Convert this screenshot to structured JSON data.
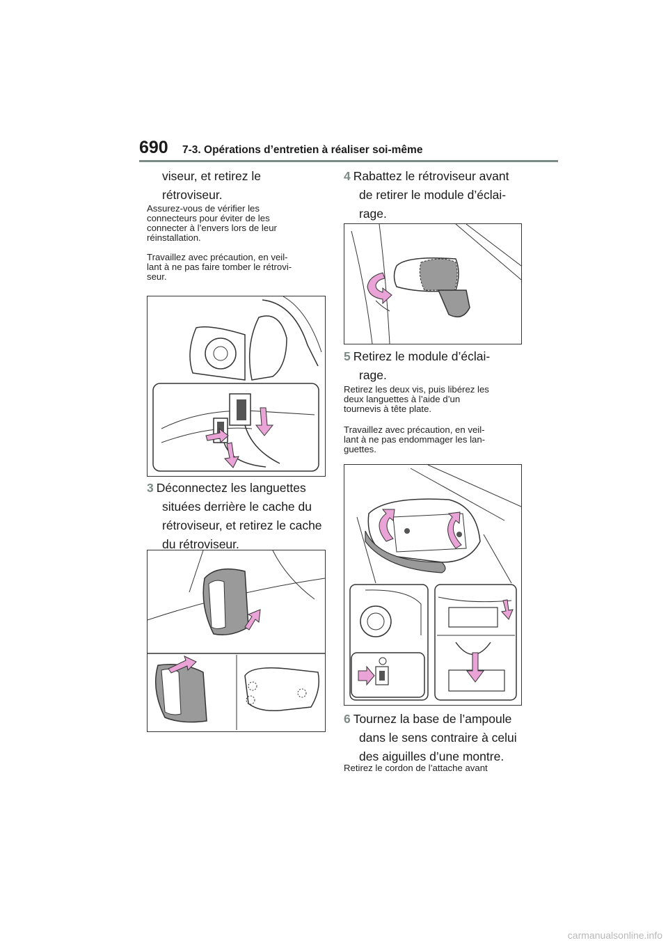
{
  "header": {
    "page_number": "690",
    "section_title": "7-3. Opérations d’entretien à réaliser soi-même"
  },
  "left_column": {
    "cont_line1": "viseur, et retirez le",
    "cont_line2": "rétroviseur.",
    "note1": [
      "Assurez-vous de vérifier les",
      "connecteurs pour éviter de les",
      "connecter à l’envers lors de leur",
      "réinstallation."
    ],
    "note2": [
      "Travaillez avec précaution, en veil-",
      "lant à ne pas faire tomber le rétrovi-",
      "seur."
    ],
    "step3": {
      "number": "3",
      "lines": [
        "Déconnectez les languettes",
        "situées derrière le cache du",
        "rétroviseur, et retirez le cache",
        "du rétroviseur."
      ]
    }
  },
  "right_column": {
    "step4": {
      "number": "4",
      "lines": [
        "Rabattez le rétroviseur avant",
        "de retirer le module d’éclai-",
        "rage."
      ]
    },
    "step5": {
      "number": "5",
      "lines": [
        "Retirez le module d’éclai-",
        "rage."
      ]
    },
    "note3": [
      "Retirez les deux vis, puis libérez les",
      "deux languettes à l’aide d’un",
      "tournevis à tête plate."
    ],
    "note4": [
      "Travaillez avec précaution, en veil-",
      "lant à ne pas endommager les lan-",
      "guettes."
    ],
    "step6": {
      "number": "6",
      "lines": [
        "Tournez la base de l’ampoule",
        "dans le sens contraire à celui",
        "des aiguilles d’une montre."
      ]
    },
    "note5": "Retirez le cordon de l’attache avant"
  },
  "footer": {
    "watermark": "carmanualsonline.info"
  },
  "colors": {
    "accent": "#7c8a84",
    "arrow_pink": "#e9a3d6",
    "cover_gray": "#9a9a9a"
  }
}
